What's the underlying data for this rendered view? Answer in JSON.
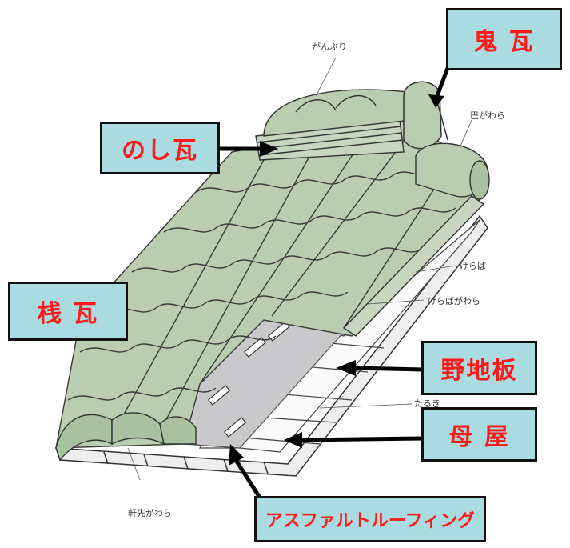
{
  "callouts": {
    "oni_gawara": "鬼 瓦",
    "noshi_gawara": "のし瓦",
    "san_gawara": "桟 瓦",
    "nojiita": "野地板",
    "moya": "母 屋",
    "asphalt_roofing": "アスファルトルーフィング"
  },
  "diagram_labels": {
    "ganburi": "がんぶり",
    "tomoe_gawara": "巴がわら",
    "keraba": "けらば",
    "keraba_gawara": "けらばがわら",
    "nokisaki_gawara": "軒先がわら",
    "taruki": "たるき"
  },
  "colors": {
    "tile": "#b9cdb0",
    "tile_dark": "#8ea588",
    "callout_bg": "#a9dbe0",
    "callout_text": "#ff1a1a"
  }
}
